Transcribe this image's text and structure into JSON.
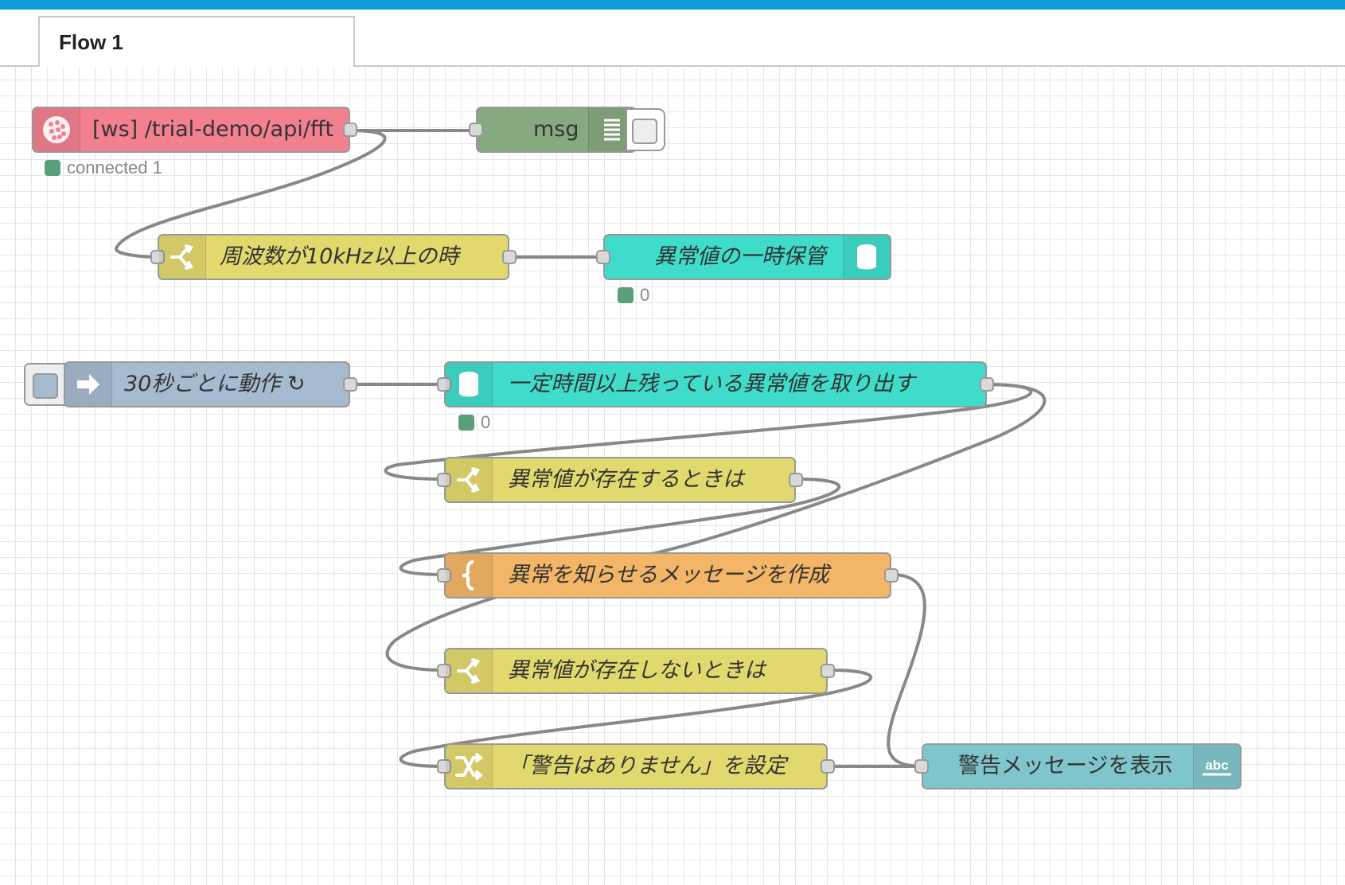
{
  "header": {
    "tab_label": "Flow 1"
  },
  "nodes": {
    "websocket_in": {
      "label": "[ws] /trial-demo/api/fft",
      "status": "connected 1",
      "color": "#f3808f"
    },
    "debug_msg": {
      "label": "msg",
      "color": "#87a980"
    },
    "switch_freq": {
      "label": "周波数が10kHz以上の時",
      "color": "#e2d96e"
    },
    "store_anomaly": {
      "label": "異常値の一時保管",
      "status": "0",
      "color": "#3fdccc"
    },
    "inject_30s": {
      "label": "30秒ごとに動作 ↻",
      "color": "#a6bbcf"
    },
    "fetch_anomaly": {
      "label": "一定時間以上残っている異常値を取り出す",
      "status": "0",
      "color": "#3fdccc"
    },
    "switch_exists": {
      "label": "異常値が存在するときは",
      "color": "#e2d96e"
    },
    "template_message": {
      "label": "異常を知らせるメッセージを作成",
      "color": "#f3b567"
    },
    "switch_not_exists": {
      "label": "異常値が存在しないときは",
      "color": "#e2d96e"
    },
    "change_no_warning": {
      "label": "「警告はありません」を設定",
      "color": "#e2d96e"
    },
    "display_warning": {
      "label": "警告メッセージを表示",
      "color": "#7fc6cc"
    }
  },
  "icons": {
    "websocket": "globe-icon",
    "debug": "list-icon",
    "switch": "switch-icon",
    "storage": "database-icon",
    "inject": "arrow-in-icon",
    "template": "brace-icon",
    "change": "shuffle-icon",
    "text": "abc-icon"
  }
}
